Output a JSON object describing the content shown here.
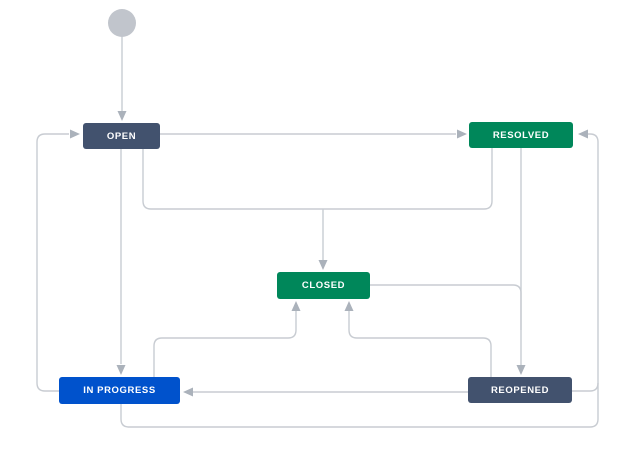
{
  "diagram_type": "workflow",
  "nodes": {
    "start": {
      "shape": "circle",
      "color": "#C1C5CC"
    },
    "open": {
      "label": "OPEN",
      "color": "#42526E"
    },
    "resolved": {
      "label": "RESOLVED",
      "color": "#00875A"
    },
    "closed": {
      "label": "CLOSED",
      "color": "#00875A"
    },
    "in_progress": {
      "label": "IN PROGRESS",
      "color": "#0052CC"
    },
    "reopened": {
      "label": "REOPENED",
      "color": "#42526E"
    }
  },
  "transitions": [
    {
      "from": "start",
      "to": "open"
    },
    {
      "from": "open",
      "to": "resolved"
    },
    {
      "from": "open",
      "to": "in_progress"
    },
    {
      "from": "open",
      "to": "closed"
    },
    {
      "from": "resolved",
      "to": "closed"
    },
    {
      "from": "resolved",
      "to": "reopened"
    },
    {
      "from": "closed",
      "to": "reopened"
    },
    {
      "from": "in_progress",
      "to": "open"
    },
    {
      "from": "in_progress",
      "to": "closed"
    },
    {
      "from": "in_progress",
      "to": "resolved"
    },
    {
      "from": "reopened",
      "to": "closed"
    },
    {
      "from": "reopened",
      "to": "in_progress"
    },
    {
      "from": "reopened",
      "to": "resolved"
    }
  ],
  "colors": {
    "background": "#FFFFFF",
    "connector": "#C8CCD2",
    "arrowhead": "#ABB2BB",
    "node_text": "#FFFFFF",
    "status_gray": "#42526E",
    "status_green": "#00875A",
    "status_blue": "#0052CC",
    "start_circle": "#C1C5CC"
  }
}
